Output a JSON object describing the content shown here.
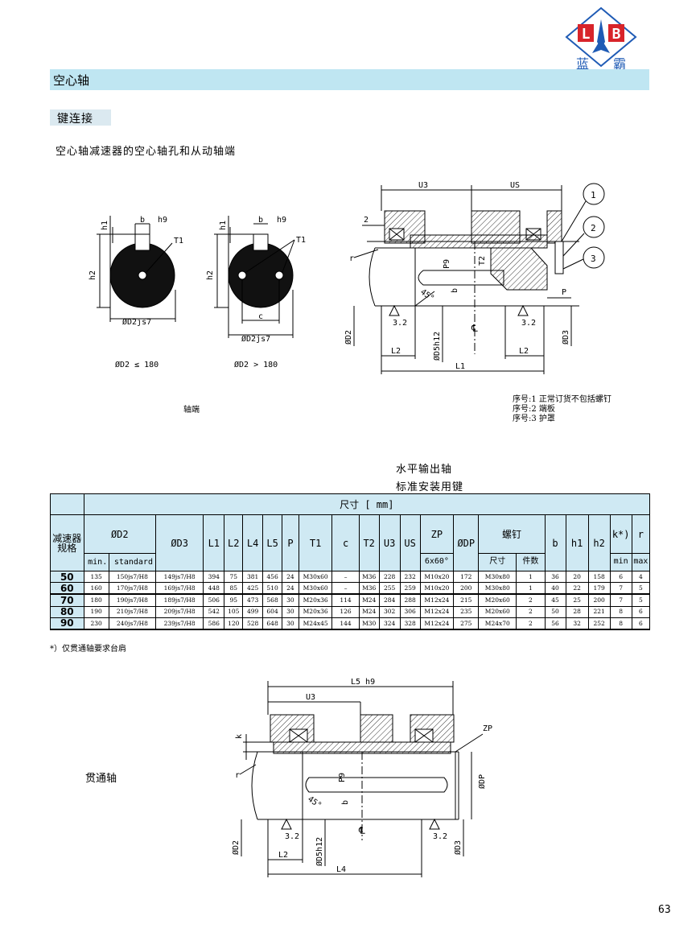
{
  "logo": {
    "mark": "LB",
    "letters": [
      "L",
      "B"
    ],
    "name_left": "蓝",
    "name_right": "霸",
    "color_blue": "#1f5bb5",
    "color_red": "#d8242a"
  },
  "section": {
    "title": "空心轴",
    "bar_color": "#bfe6f2"
  },
  "subsection": {
    "title": "键连接"
  },
  "caption": {
    "title": "空心轴减速器的空心轴孔和从动轴端"
  },
  "diagram1": {
    "labels": {
      "h1": "h1",
      "b": "b",
      "h9": "h9",
      "T1": "T1",
      "h2": "h2",
      "d2": "ØD2js7"
    },
    "caption": "ØD2 ≤ 180"
  },
  "diagram2": {
    "labels": {
      "h1": "h1",
      "b": "b",
      "h9": "h9",
      "T1": "T1",
      "h2": "h2",
      "c": "c",
      "d2": "ØD2js7"
    },
    "caption": "ØD2 > 180"
  },
  "diagram3": {
    "labels": {
      "U3": "U3",
      "US": "US",
      "two": "2",
      "r": "r",
      "P9": "P9",
      "T2": "T2",
      "b": "b",
      "angle": "45°",
      "P": "P",
      "rough1": "3.2",
      "rough2": "3.2",
      "D2": "ØD2",
      "D5": "ØD5h12",
      "CL": "℄",
      "D3": "ØD3",
      "L2a": "L2",
      "L2b": "L2",
      "L1": "L1",
      "c1": "1",
      "c2": "2",
      "c3": "3"
    }
  },
  "notes": {
    "shaft_end": "轴端"
  },
  "legend": [
    "序号:1 正常订货不包括螺钉",
    "序号:2 端板",
    "序号:3 护罩"
  ],
  "table": {
    "title": "水平输出轴",
    "subtitle": "标准安装用键",
    "group_header": "尺寸      [ mm]",
    "h_reducer": "减速器",
    "h_spec": "规格",
    "h_d2": "ØD2",
    "h_min": "min.",
    "h_standard": "standard",
    "h_d3": "ØD3",
    "h_L1": "L1",
    "h_L2": "L2",
    "h_L4": "L4",
    "h_L5": "L5",
    "h_P": "P",
    "h_T1": "T1",
    "h_c": "c",
    "h_T2": "T2",
    "h_U3": "U3",
    "h_US": "US",
    "h_ZP": "ZP",
    "h_zp_sub": "6x60°",
    "h_DP": "ØDP",
    "h_screw": "螺钉",
    "h_screw_size": "尺寸",
    "h_screw_qty": "件数",
    "h_b": "b",
    "h_h1": "h1",
    "h_h2": "h2",
    "h_k": "k*)",
    "h_kmin": "min",
    "h_r": "r",
    "h_rmax": "max",
    "rows": [
      {
        "size": "50",
        "cells": [
          "135",
          "150js7/H8",
          "149js7/H8",
          "394",
          "75",
          "381",
          "456",
          "24",
          "M30x60",
          "–",
          "M36",
          "228",
          "232",
          "M10x20",
          "172",
          "M30x80",
          "1",
          "36",
          "20",
          "158",
          "6",
          "4"
        ]
      },
      {
        "size": "60",
        "cells": [
          "160",
          "170js7/H8",
          "169js7/H8",
          "448",
          "85",
          "425",
          "510",
          "24",
          "M30x60",
          "–",
          "M36",
          "255",
          "259",
          "M10x20",
          "200",
          "M30x80",
          "1",
          "40",
          "22",
          "179",
          "7",
          "5"
        ]
      },
      {
        "size": "70",
        "cells": [
          "180",
          "190js7/H8",
          "189js7/H8",
          "506",
          "95",
          "473",
          "568",
          "30",
          "M20x36",
          "114",
          "M24",
          "284",
          "288",
          "M12x24",
          "215",
          "M20x60",
          "2",
          "45",
          "25",
          "200",
          "7",
          "5"
        ]
      },
      {
        "size": "80",
        "cells": [
          "190",
          "210js7/H8",
          "209js7/H8",
          "542",
          "105",
          "499",
          "604",
          "30",
          "M20x36",
          "126",
          "M24",
          "302",
          "306",
          "M12x24",
          "235",
          "M20x60",
          "2",
          "50",
          "28",
          "221",
          "8",
          "6"
        ]
      },
      {
        "size": "90",
        "cells": [
          "230",
          "240js7/H8",
          "239js7/H8",
          "586",
          "120",
          "528",
          "648",
          "30",
          "M24x45",
          "144",
          "M30",
          "324",
          "328",
          "M12x24",
          "275",
          "M24x70",
          "2",
          "56",
          "32",
          "252",
          "8",
          "6"
        ]
      }
    ]
  },
  "footnote": "*）仅贯通轴要求台肩",
  "through_shaft": {
    "label": "贯通轴",
    "labels": {
      "L5": "L5 h9",
      "U3": "U3",
      "ZP": "ZP",
      "k": "k",
      "r": "r",
      "P9": "P9",
      "DP": "ØDP",
      "angle": "45°",
      "b": "b",
      "rough1": "3.2",
      "rough2": "3.2",
      "CL": "℄",
      "D2": "ØD2",
      "D5": "ØD5h12",
      "D3": "ØD3",
      "L2": "L2",
      "L4": "L4"
    }
  },
  "page_number": "63",
  "chart_data": {
    "type": "table",
    "title": "水平输出轴",
    "subtitle": "标准安装用键",
    "columns": [
      "减速器规格",
      "ØD2 min.",
      "ØD2 standard",
      "ØD3",
      "L1",
      "L2",
      "L4",
      "L5",
      "P",
      "T1",
      "c",
      "T2",
      "U3",
      "US",
      "ZP 6x60°",
      "ØDP",
      "螺钉 尺寸",
      "螺钉 件数",
      "b",
      "h1",
      "h2",
      "k*) min",
      "r max"
    ],
    "rows": [
      [
        "50",
        "135",
        "150js7/H8",
        "149js7/H8",
        "394",
        "75",
        "381",
        "456",
        "24",
        "M30x60",
        "–",
        "M36",
        "228",
        "232",
        "M10x20",
        "172",
        "M30x80",
        "1",
        "36",
        "20",
        "158",
        "6",
        "4"
      ],
      [
        "60",
        "160",
        "170js7/H8",
        "169js7/H8",
        "448",
        "85",
        "425",
        "510",
        "24",
        "M30x60",
        "–",
        "M36",
        "255",
        "259",
        "M10x20",
        "200",
        "M30x80",
        "1",
        "40",
        "22",
        "179",
        "7",
        "5"
      ],
      [
        "70",
        "180",
        "190js7/H8",
        "189js7/H8",
        "506",
        "95",
        "473",
        "568",
        "30",
        "M20x36",
        "114",
        "M24",
        "284",
        "288",
        "M12x24",
        "215",
        "M20x60",
        "2",
        "45",
        "25",
        "200",
        "7",
        "5"
      ],
      [
        "80",
        "190",
        "210js7/H8",
        "209js7/H8",
        "542",
        "105",
        "499",
        "604",
        "30",
        "M20x36",
        "126",
        "M24",
        "302",
        "306",
        "M12x24",
        "235",
        "M20x60",
        "2",
        "50",
        "28",
        "221",
        "8",
        "6"
      ],
      [
        "90",
        "230",
        "240js7/H8",
        "239js7/H8",
        "586",
        "120",
        "528",
        "648",
        "30",
        "M24x45",
        "144",
        "M30",
        "324",
        "328",
        "M12x24",
        "275",
        "M24x70",
        "2",
        "56",
        "32",
        "252",
        "8",
        "6"
      ]
    ]
  }
}
